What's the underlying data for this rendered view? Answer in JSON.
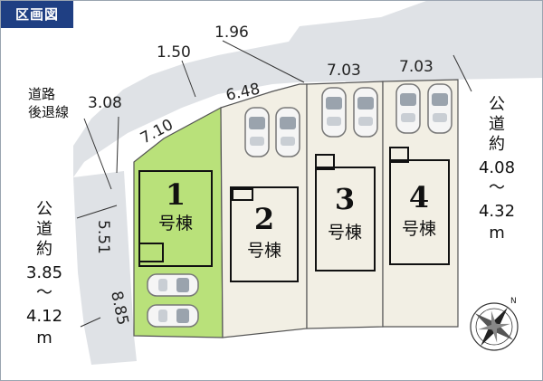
{
  "title": "区画図",
  "lots": [
    {
      "number": "1",
      "label": "号棟",
      "color": "#b9e17a"
    },
    {
      "number": "2",
      "label": "号棟",
      "color": "#f2efe4"
    },
    {
      "number": "3",
      "label": "号棟",
      "color": "#f2efe4"
    },
    {
      "number": "4",
      "label": "号棟",
      "color": "#f2efe4"
    }
  ],
  "dimensions": {
    "d150": "1.50",
    "d196": "1.96",
    "d308": "3.08",
    "d710": "7.10",
    "d648": "6.48",
    "d703a": "7.03",
    "d703b": "7.03",
    "d551": "5.51",
    "d885": "8.85"
  },
  "road_setback": {
    "line1": "道路",
    "line2": "後退線"
  },
  "road_right": {
    "c1": "公",
    "c2": "道",
    "c3": "約",
    "v1": "4.08",
    "tilde": "～",
    "v2": "4.32",
    "unit": "m"
  },
  "road_left": {
    "c1": "公",
    "c2": "道",
    "c3": "約",
    "v1": "3.85",
    "tilde": "～",
    "v2": "4.12",
    "unit": "m"
  },
  "compass": {
    "north": "N"
  },
  "colors": {
    "road": "#dfe2e6",
    "lot": "#f2efe4",
    "lot1": "#b9e17a",
    "outline": "#555555",
    "header": "#1f3f83"
  }
}
